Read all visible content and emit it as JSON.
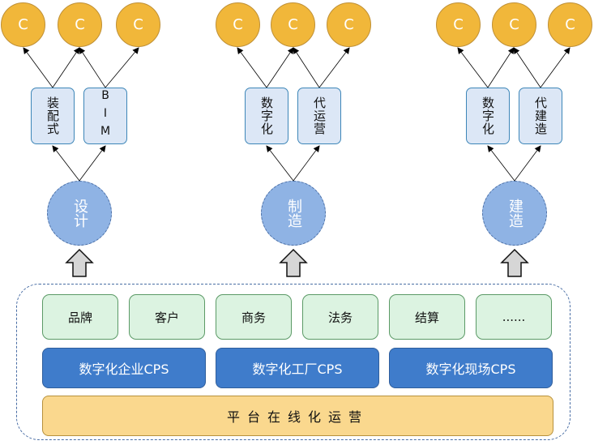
{
  "groups": [
    {
      "hub": "设计",
      "tools": [
        "装配式",
        "BIM"
      ],
      "nodes": [
        "C",
        "C",
        "C"
      ]
    },
    {
      "hub": "制造",
      "tools": [
        "数字化",
        "代运营"
      ],
      "nodes": [
        "C",
        "C",
        "C"
      ]
    },
    {
      "hub": "建造",
      "tools": [
        "数字化",
        "代建造"
      ],
      "nodes": [
        "C",
        "C",
        "C"
      ]
    }
  ],
  "platform": {
    "services": [
      "品牌",
      "客户",
      "商务",
      "法务",
      "结算",
      "......"
    ],
    "cps": [
      "数字化企业CPS",
      "数字化工厂CPS",
      "数字化现场CPS"
    ],
    "base": "平台在线化运营"
  },
  "colors": {
    "node_fill": "#f1b73a",
    "tool_fill": "#dce7f6",
    "hub_fill": "#8fb3e4",
    "service_fill": "#dcf3e1",
    "cps_fill": "#3f7ccb",
    "base_fill": "#fad88e"
  }
}
